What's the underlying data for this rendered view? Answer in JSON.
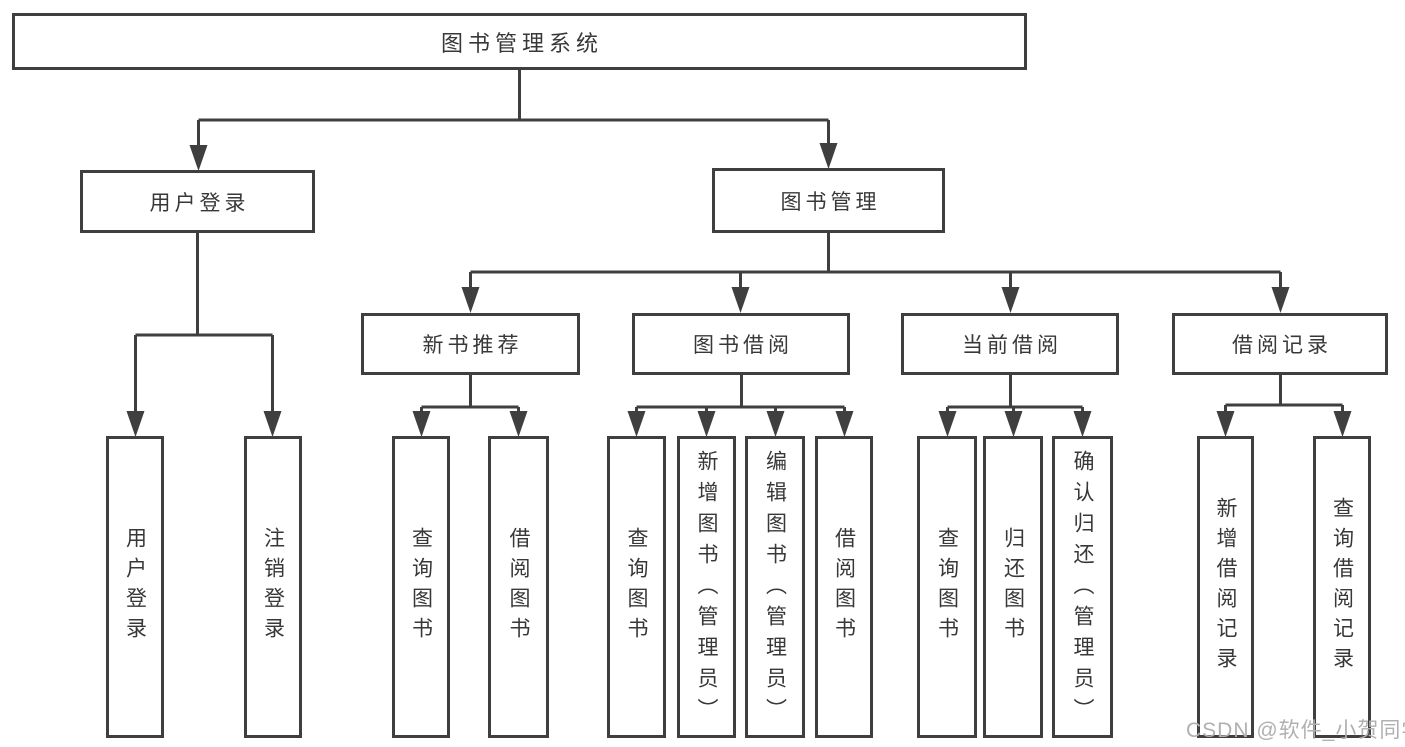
{
  "diagram": {
    "type": "hierarchy-tree",
    "nodes": {
      "root": "图书管理系统",
      "login": "用户登录",
      "mgmt": "图书管理",
      "rec": "新书推荐",
      "borrow": "图书借阅",
      "current": "当前借阅",
      "records": "借阅记录",
      "leaf_login": "用户登录",
      "leaf_logout": "注销登录",
      "leaf_rec_query": "查询图书",
      "leaf_rec_borrow": "借阅图书",
      "leaf_borrow_query": "查询图书",
      "leaf_borrow_add": "新增图书（管理员）",
      "leaf_borrow_edit": "编辑图书（管理员）",
      "leaf_borrow_borrow": "借阅图书",
      "leaf_current_query": "查询图书",
      "leaf_current_return": "归还图书",
      "leaf_current_confirm": "确认归还（管理员）",
      "leaf_records_add": "新增借阅记录",
      "leaf_records_query": "查询借阅记录"
    },
    "hierarchy": {
      "label": "图书管理系统",
      "children": [
        {
          "label": "用户登录",
          "children": [
            "用户登录",
            "注销登录"
          ]
        },
        {
          "label": "图书管理",
          "children": [
            {
              "label": "新书推荐",
              "children": [
                "查询图书",
                "借阅图书"
              ]
            },
            {
              "label": "图书借阅",
              "children": [
                "查询图书",
                "新增图书（管理员）",
                "编辑图书（管理员）",
                "借阅图书"
              ]
            },
            {
              "label": "当前借阅",
              "children": [
                "查询图书",
                "归还图书",
                "确认归还（管理员）"
              ]
            },
            {
              "label": "借阅记录",
              "children": [
                "新增借阅记录",
                "查询借阅记录"
              ]
            }
          ]
        }
      ]
    },
    "colors": {
      "line": "#3f3f3f",
      "text": "#383838",
      "background": "#ffffff",
      "watermark": "#b0b0b0"
    }
  },
  "watermark": "CSDN @软件_小贺同学"
}
